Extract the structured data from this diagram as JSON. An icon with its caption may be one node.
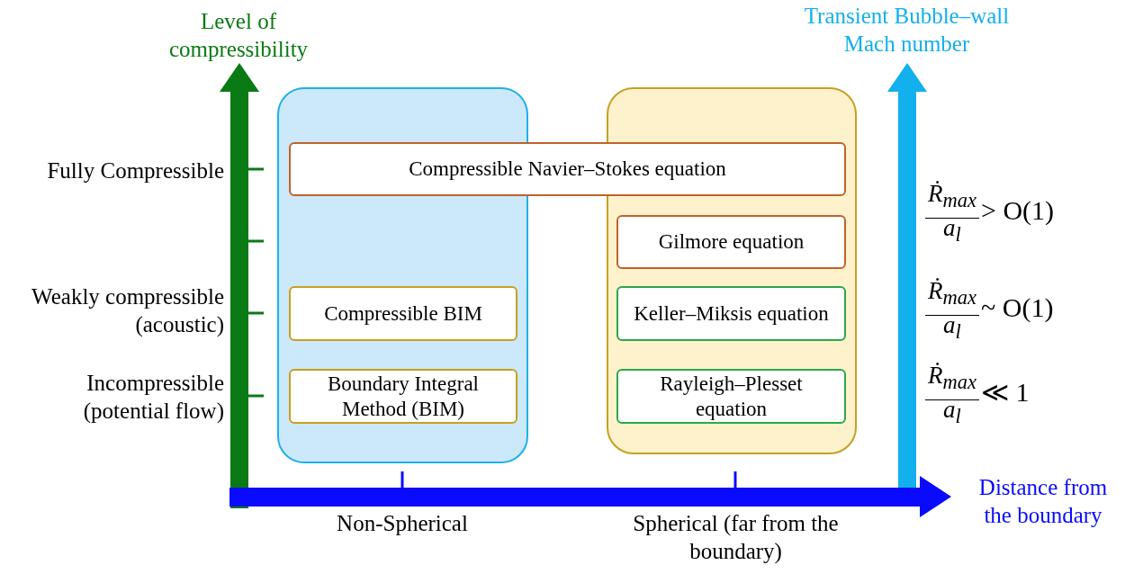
{
  "diagram": {
    "nodes": [
      {
        "text": [],
        "shape": "box"
      },
      {
        "text": [],
        "shape": "box"
      },
      {
        "text": [
          "Compressible Navier–Stokes equation"
        ]
      },
      {
        "text": [
          "Gilmore equation"
        ],
        "in": 1
      },
      {
        "text": [
          "Compressible BIM"
        ],
        "in": 0
      },
      {
        "text": [
          "Keller–Miksis equation"
        ],
        "in": 1
      },
      {
        "text": [
          "Boundary Integral Method (BIM)"
        ],
        "in": 0
      },
      {
        "text": [
          "Rayleigh–Plesset equation"
        ],
        "in": 1
      }
    ],
    "edges": [],
    "labels": [
      "Level of compressibility",
      "Transient Bubble–wall Mach number",
      "Fully Compressible",
      "Ṙ$_{max}$",
      "a$_{l}$",
      "> O(1)",
      "Weakly compressible (acoustic)",
      "Ṙ$_{max}$",
      "a$_{l}$",
      "~ O(1)",
      "Incompressible (potential flow)",
      "Ṙ$_{max}$",
      "a$_{l}$",
      "≪ 1",
      "Distance from the boundary",
      "Non-Spherical",
      "Spherical (far from the boundary)"
    ]
  }
}
